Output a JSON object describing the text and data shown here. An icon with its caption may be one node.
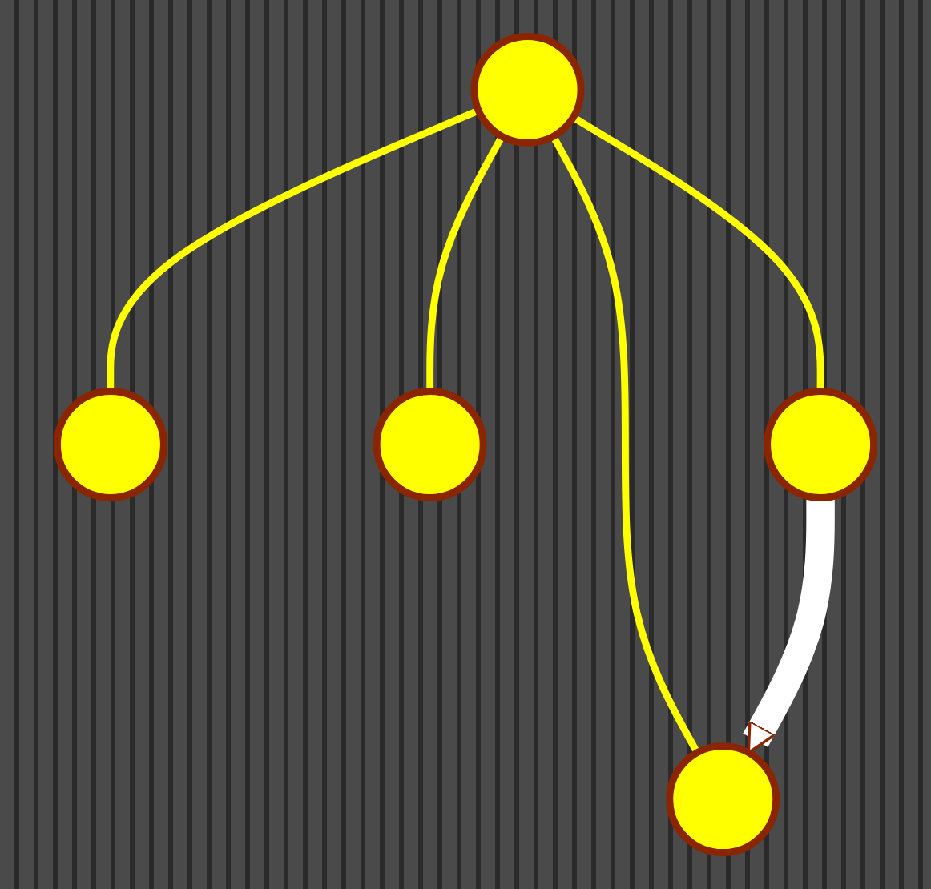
{
  "diagram": {
    "nodes": [
      {
        "text": [],
        "shape": "circle"
      },
      {
        "text": [],
        "shape": "circle"
      },
      {
        "text": [],
        "shape": "circle"
      },
      {
        "text": [],
        "shape": "circle"
      },
      {
        "text": [],
        "shape": "circle"
      }
    ],
    "edges": [
      {
        "from": 1,
        "to": 0,
        "arrow": "none"
      },
      {
        "from": 1,
        "to": 2,
        "arrow": "none"
      },
      {
        "from": 1,
        "to": 3,
        "arrow": "none"
      },
      {
        "from": 1,
        "to": 4,
        "arrow": "none"
      },
      {
        "from": 3,
        "to": 4,
        "arrow": "to",
        "style": "thick",
        "color": "#ffffff"
      }
    ]
  }
}
